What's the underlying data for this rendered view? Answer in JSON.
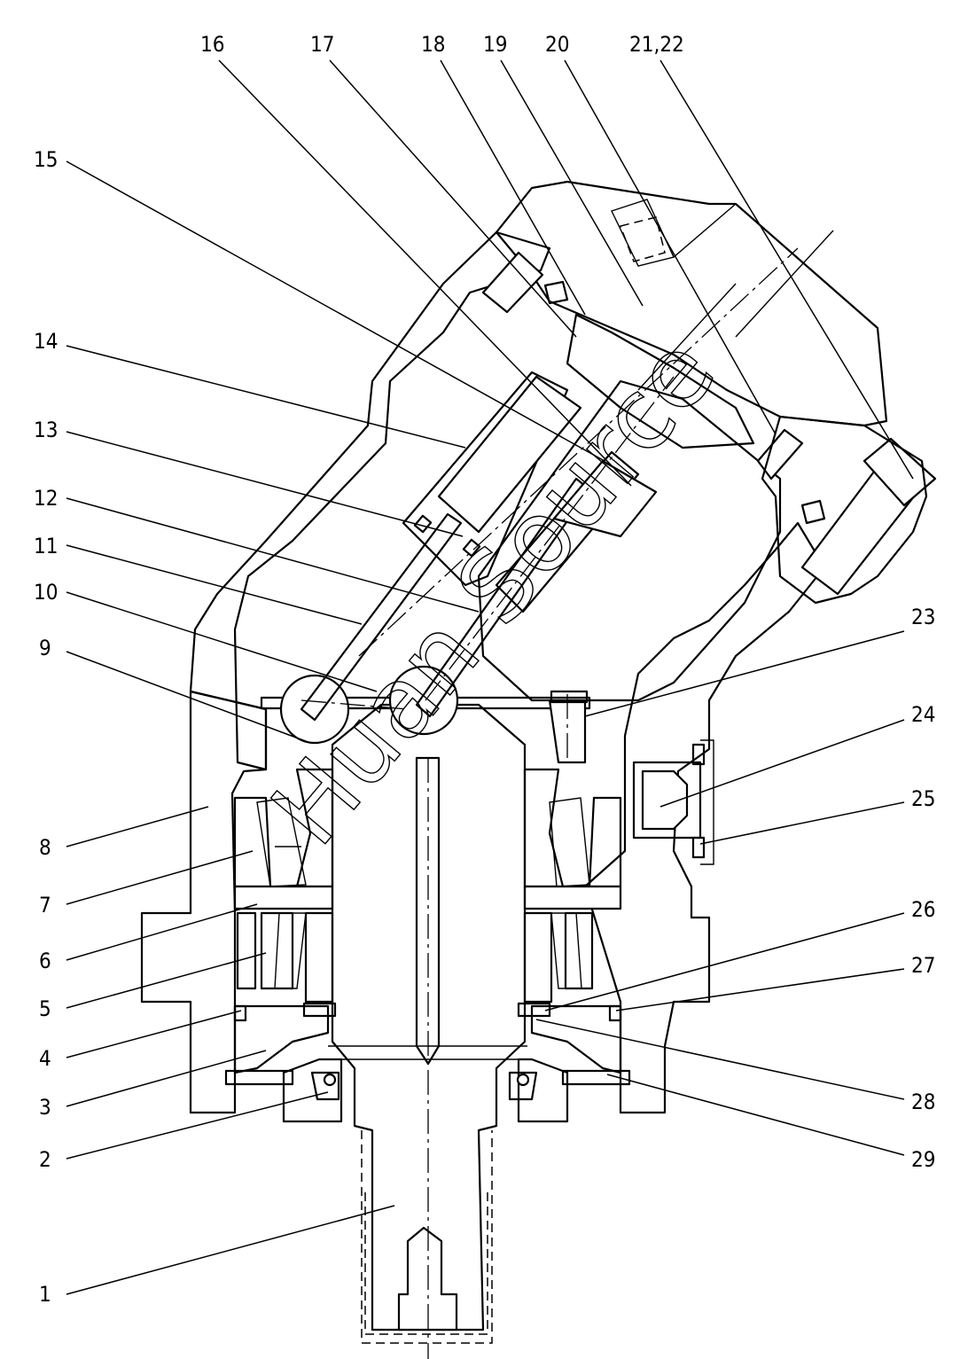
{
  "callouts": [
    {
      "label": "1"
    },
    {
      "label": "2"
    },
    {
      "label": "3"
    },
    {
      "label": "4"
    },
    {
      "label": "5"
    },
    {
      "label": "6"
    },
    {
      "label": "7"
    },
    {
      "label": "8"
    },
    {
      "label": "9"
    },
    {
      "label": "10"
    },
    {
      "label": "11"
    },
    {
      "label": "12"
    },
    {
      "label": "13"
    },
    {
      "label": "14"
    },
    {
      "label": "15"
    },
    {
      "label": "16"
    },
    {
      "label": "17"
    },
    {
      "label": "18"
    },
    {
      "label": "19"
    },
    {
      "label": "20"
    },
    {
      "label": "21,22"
    },
    {
      "label": "23"
    },
    {
      "label": "24"
    },
    {
      "label": "25"
    },
    {
      "label": "26"
    },
    {
      "label": "27"
    },
    {
      "label": "28"
    },
    {
      "label": "29"
    }
  ],
  "watermark": "Huan Source"
}
